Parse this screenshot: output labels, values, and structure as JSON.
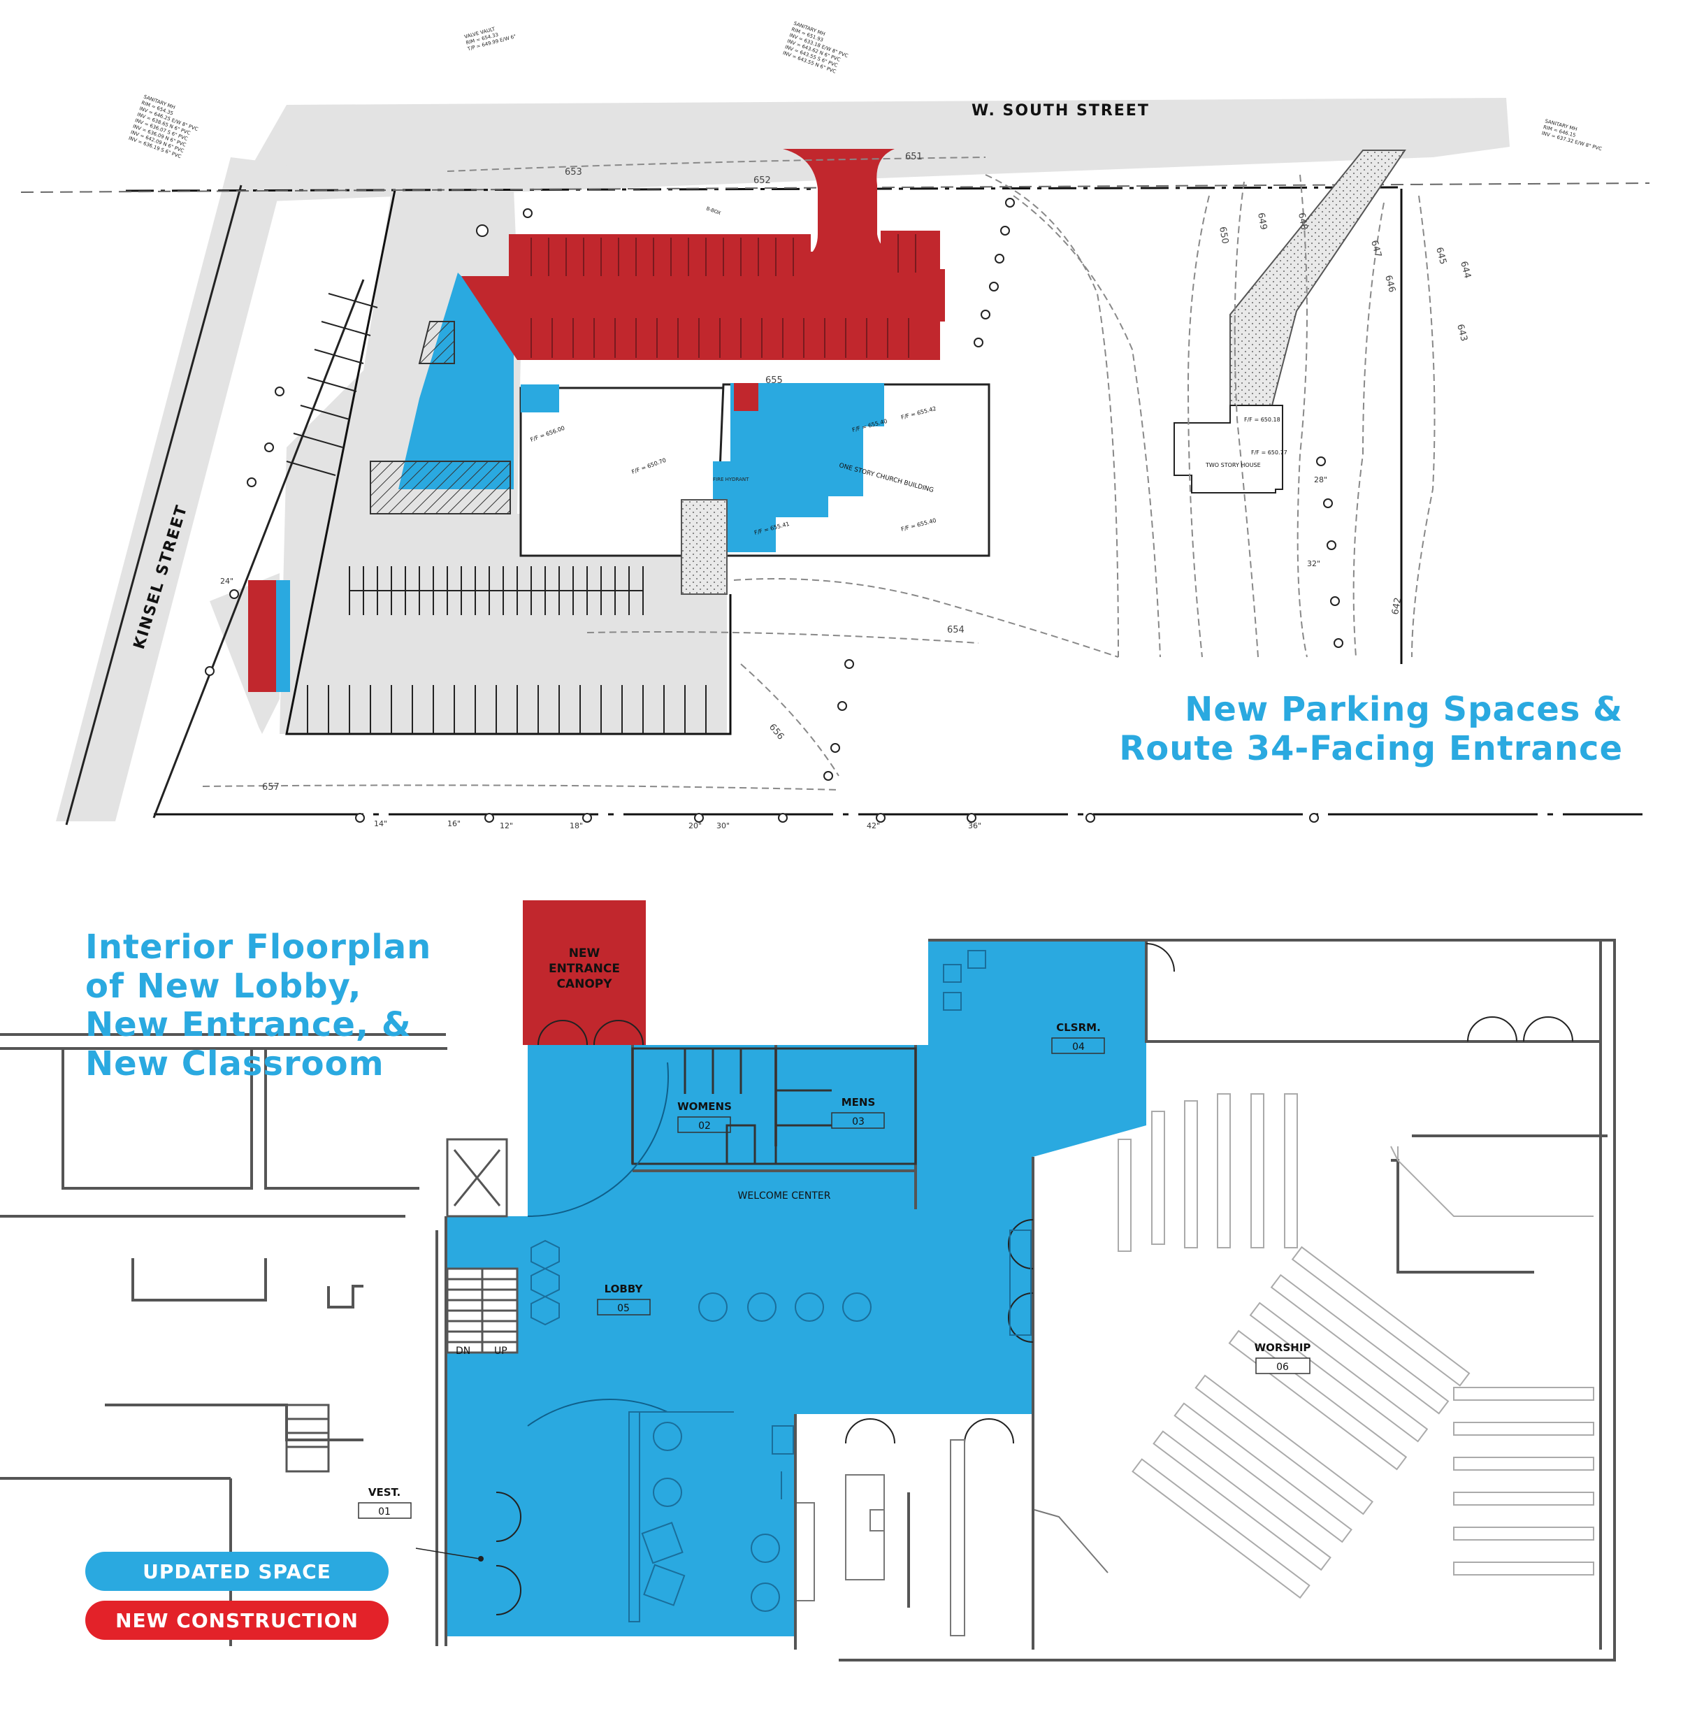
{
  "colors": {
    "updated_space": "#2aa9e0",
    "new_construction": "#c1272d",
    "paving": "#e3e3e3",
    "line": "#333333"
  },
  "site_plan": {
    "heading": [
      "New Parking Spaces &",
      "Route 34-Facing Entrance"
    ],
    "streets": {
      "south": "W. SOUTH STREET",
      "kinsel": "KINSEL STREET"
    },
    "building_labels": {
      "church": "ONE STORY CHURCH BUILDING",
      "house": "TWO STORY HOUSE"
    },
    "elevations": {
      "ff_1": "F/F = 656.00",
      "ff_2": "F/F = 650.70",
      "ff_3": "F/F = 655.42",
      "ff_4": "F/F = 655.40",
      "ff_5": "F/F = 655.40",
      "ff_6": "F/F = 655.41",
      "ff_7": "F/F = 650.18",
      "ff_8": "F/F = 650.77"
    },
    "contours": [
      "653",
      "652",
      "651",
      "655",
      "650",
      "649",
      "648",
      "647",
      "646",
      "645",
      "644",
      "643",
      "642",
      "654",
      "656",
      "657"
    ],
    "utility_callouts": {
      "sanitary_west": [
        "SANITARY MH",
        "RIM = 654.35",
        "INV = 646.25 E/W 8\" PVC",
        "INV = 638.65 N 6\" PVC",
        "INV = 636.07 S 6\" PVC",
        "INV = 636.09 N 6\" PVC",
        "INV = 642.09 N 6\" PVC",
        "INV = 636.19 S 6\" PVC"
      ],
      "valve_vault": [
        "VALVE VAULT",
        "RIM = 654.33",
        "T/P = 649.99 E/W 6\""
      ],
      "sanitary_north": [
        "SANITARY MH",
        "RIM = 651.93",
        "INV = 633.18 E/W 8\" PVC",
        "INV = 643.62 N 6\" PVC",
        "INV = 643.55 S 6\" PVC",
        "INV = 643.55 N 6\" PVC"
      ],
      "sanitary_east": [
        "SANITARY MH",
        "RIM = 646.15",
        "INV = 637.32 E/W 8\" PVC"
      ],
      "fire_hydrant": "FIRE HYDRANT",
      "b_box": "B-BOX"
    },
    "tree_sizes": [
      "14\"",
      "16\"",
      "12\"",
      "18\"",
      "20\"",
      "30\"",
      "42\"",
      "36\"",
      "24\"",
      "32\"",
      "28\""
    ]
  },
  "floor_plan": {
    "heading": [
      "Interior Floorplan",
      "of New Lobby,",
      "New Entrance, &",
      "New Classroom"
    ],
    "canopy": [
      "NEW",
      "ENTRANCE",
      "CANOPY"
    ],
    "rooms": [
      {
        "name": "VEST.",
        "number": "01"
      },
      {
        "name": "WOMENS",
        "number": "02"
      },
      {
        "name": "MENS",
        "number": "03"
      },
      {
        "name": "CLSRM.",
        "number": "04"
      },
      {
        "name": "LOBBY",
        "number": "05"
      },
      {
        "name": "WORSHIP",
        "number": "06"
      }
    ],
    "welcome_center": "WELCOME CENTER",
    "stair": {
      "down": "DN",
      "up": "UP"
    }
  },
  "legend": {
    "updated": "UPDATED SPACE",
    "new": "NEW CONSTRUCTION"
  }
}
